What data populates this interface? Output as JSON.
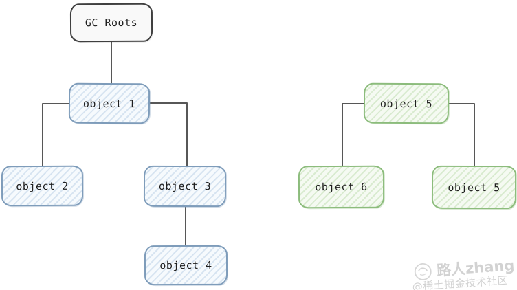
{
  "diagram": {
    "kind": "tree-diagram",
    "style": "hand-drawn",
    "nodes": {
      "gc_roots": {
        "label": "GC Roots",
        "color_theme": "gray"
      },
      "object1": {
        "label": "object 1",
        "color_theme": "blue"
      },
      "object2": {
        "label": "object 2",
        "color_theme": "blue"
      },
      "object3": {
        "label": "object 3",
        "color_theme": "blue"
      },
      "object4": {
        "label": "object 4",
        "color_theme": "blue"
      },
      "object5_top": {
        "label": "object 5",
        "color_theme": "green"
      },
      "object6": {
        "label": "object 6",
        "color_theme": "green"
      },
      "object5_bottom": {
        "label": "object 5",
        "color_theme": "green"
      }
    },
    "edges": [
      {
        "from": "gc_roots",
        "to": "object1"
      },
      {
        "from": "object1",
        "to": "object2"
      },
      {
        "from": "object1",
        "to": "object3"
      },
      {
        "from": "object3",
        "to": "object4"
      },
      {
        "from": "object5_top",
        "to": "object6"
      },
      {
        "from": "object5_top",
        "to": "object5_bottom"
      }
    ],
    "colors": {
      "root_border": "#3f3f3f",
      "root_fill": "#f9f9f9",
      "blue_border": "#7e9cba",
      "blue_hatch": "#d7e4f1",
      "green_border": "#8cbc7c",
      "green_hatch": "#d9ebd0",
      "connector": "#575757",
      "watermark_text": "#d2d2d2"
    }
  },
  "watermark": {
    "author": "路人zhang",
    "community": "@稀土掘金技术社区"
  }
}
